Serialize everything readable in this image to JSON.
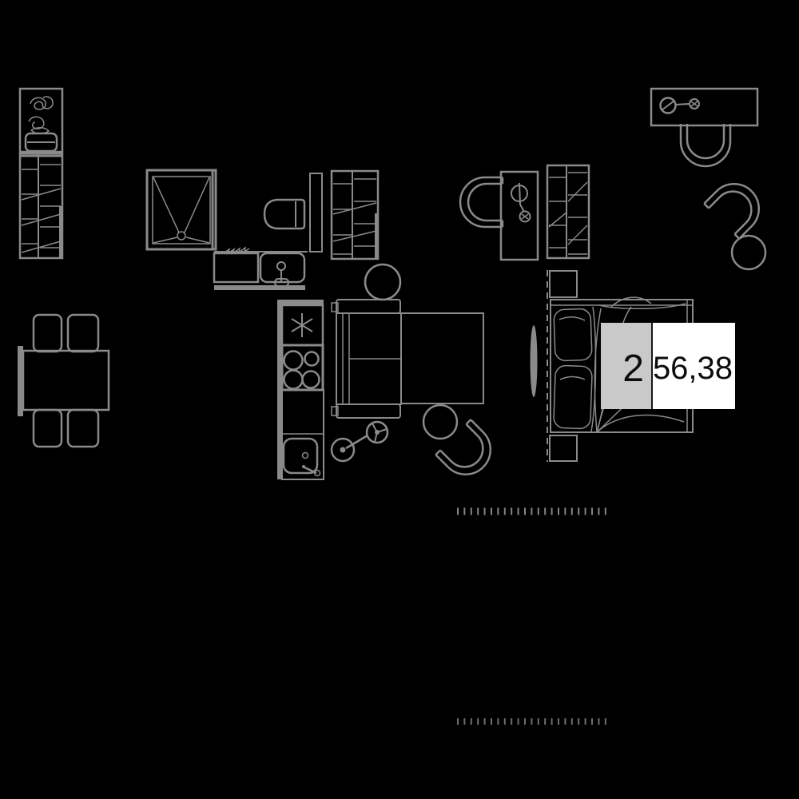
{
  "page": {
    "background": "#000000",
    "line_color": "#8a8a8a",
    "type": "apartment-floor-plan"
  },
  "unit_label": {
    "rooms": "2",
    "area": "56,38",
    "rooms_bg": "#c9c9c9",
    "area_bg": "#ffffff",
    "divider_color": "#1a1a1a",
    "text_color": "#0d0d0d"
  },
  "furniture_icons": [
    "washing-machine-icon",
    "shelf-rack-icon",
    "dining-table-icon",
    "dining-chair-icon",
    "shower-icon",
    "toilet-icon",
    "vanity-sink-icon",
    "partition-wall",
    "wardrobe-icon",
    "armchair-icon",
    "desk-icon",
    "desk-lamp-icon",
    "desk-chair-icon",
    "round-table-icon",
    "fridge-snowflake-icon",
    "stove-burners-icon",
    "kitchen-sink-icon",
    "sofa-icon",
    "rug-icon",
    "pouf-icon",
    "floor-lamp-icon",
    "bed-icon",
    "pillow-icon",
    "nightstand-icon",
    "bedside-runner-icon"
  ],
  "dimension_marks": {
    "top_row_ticks": 22,
    "bottom_row_ticks": 22,
    "legible": false
  }
}
